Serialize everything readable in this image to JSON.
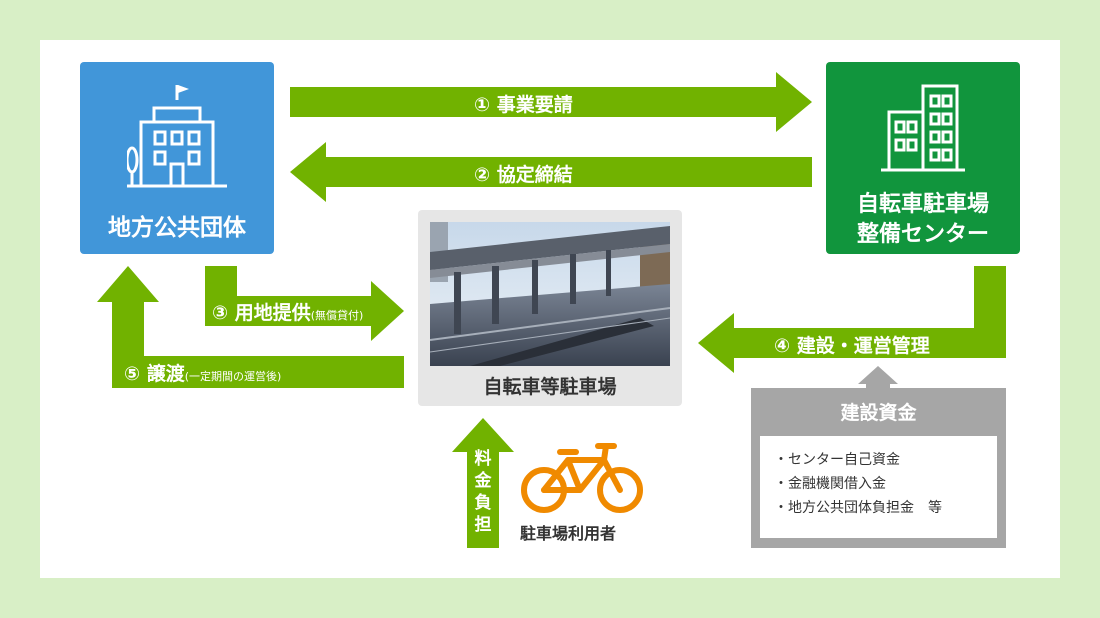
{
  "entities": {
    "local_government": "地方公共団体",
    "center_line1": "自転車駐車場",
    "center_line2": "整備センター",
    "parking": "自転車等駐車場",
    "users": "駐車場利用者"
  },
  "flows": {
    "request": "① 事業要請",
    "agreement": "② 協定締結",
    "land": "③ 用地提供",
    "land_note": "(無償貸付)",
    "construction": "④ 建設・運営管理",
    "transfer": "⑤ 譲渡",
    "transfer_note": "(一定期間の運営後)",
    "fee": [
      "料",
      "金",
      "負",
      "担"
    ]
  },
  "funds": {
    "title": "建設資金",
    "items": [
      "センター自己資金",
      "金融機関借入金",
      "地方公共団体負担金　等"
    ]
  },
  "colors": {
    "background": "#d8efc6",
    "government_blue": "#4196d9",
    "center_green": "#11953d",
    "arrow_green": "#71b200",
    "funds_gray": "#a6a6a6",
    "bike_orange": "#f08a00"
  },
  "icons": {
    "government": "city-hall-icon",
    "center": "office-building-icon",
    "users": "bicycle-icon"
  }
}
